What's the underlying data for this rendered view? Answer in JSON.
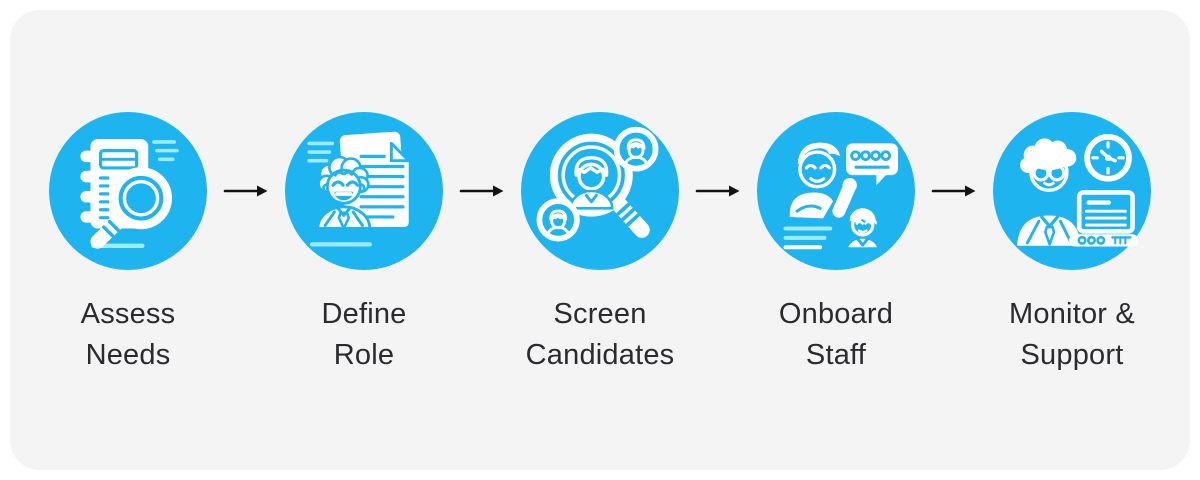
{
  "colors": {
    "circle_blue": "#1db4ef",
    "panel_bg": "#f4f4f5",
    "page_bg": "#ffffff",
    "text": "#2b2b2f",
    "arrow": "#141414",
    "icon_fg": "#ffffff",
    "icon_accent": "#9febfb"
  },
  "flow": {
    "connector_icon": "right-arrow-icon",
    "steps": [
      {
        "label": "Assess\nNeeds",
        "icon": "notebook-magnifier-icon"
      },
      {
        "label": "Define\nRole",
        "icon": "person-documents-icon"
      },
      {
        "label": "Screen\nCandidates",
        "icon": "magnifier-people-icon"
      },
      {
        "label": "Onboard\nStaff",
        "icon": "person-wave-chat-icon"
      },
      {
        "label": "Monitor &\nSupport",
        "icon": "person-laptop-clock-icon"
      }
    ]
  }
}
